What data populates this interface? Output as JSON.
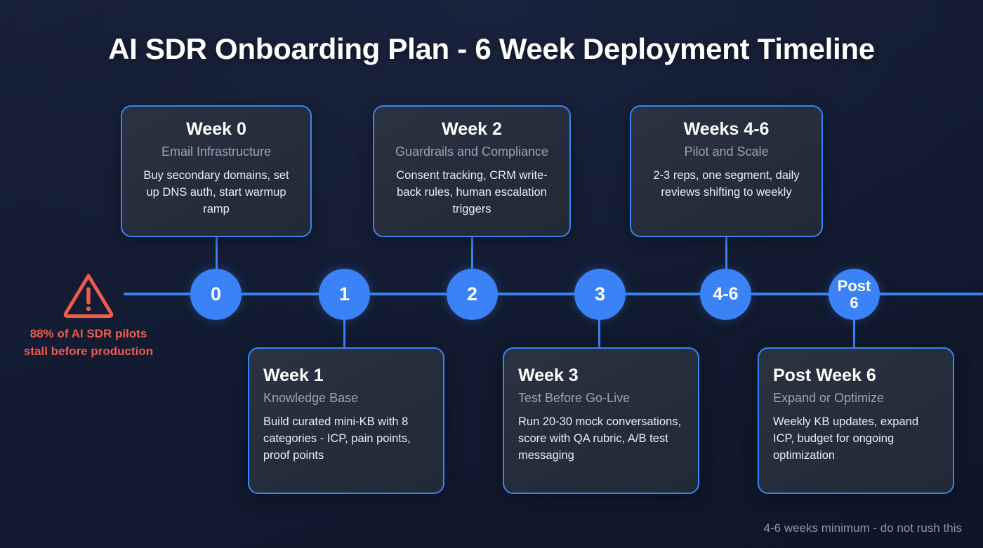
{
  "title": "AI SDR Onboarding Plan - 6 Week Deployment Timeline",
  "colors": {
    "accent": "#3b82f6",
    "background": "#101a30",
    "card_fill": "#28303f",
    "warning": "#ef5b4c",
    "subtitle": "#9aa4b5",
    "footer": "#8d97a8"
  },
  "warning": {
    "icon": "warning-triangle-icon",
    "text": "88% of AI SDR pilots stall before production"
  },
  "nodes": [
    {
      "id": "node-0",
      "label": "0",
      "label_secondary": ""
    },
    {
      "id": "node-1",
      "label": "1",
      "label_secondary": ""
    },
    {
      "id": "node-2",
      "label": "2",
      "label_secondary": ""
    },
    {
      "id": "node-3",
      "label": "3",
      "label_secondary": ""
    },
    {
      "id": "node-4-6",
      "label": "4-6",
      "label_secondary": ""
    },
    {
      "id": "node-post",
      "label": "Post",
      "label_secondary": "6"
    }
  ],
  "cards": [
    {
      "id": "card-week-0",
      "position": "top",
      "title": "Week 0",
      "subtitle": "Email Infrastructure",
      "description": "Buy secondary domains, set up DNS auth, start warmup ramp"
    },
    {
      "id": "card-week-1",
      "position": "bottom",
      "title": "Week 1",
      "subtitle": "Knowledge Base",
      "description": "Build curated mini-KB with 8 categories - ICP, pain points, proof points"
    },
    {
      "id": "card-week-2",
      "position": "top",
      "title": "Week 2",
      "subtitle": "Guardrails and Compliance",
      "description": "Consent tracking, CRM write-back rules, human escalation triggers"
    },
    {
      "id": "card-week-3",
      "position": "bottom",
      "title": "Week 3",
      "subtitle": "Test Before Go-Live",
      "description": "Run 20-30 mock conversations, score with QA rubric, A/B test messaging"
    },
    {
      "id": "card-weeks-4-6",
      "position": "top",
      "title": "Weeks 4-6",
      "subtitle": "Pilot and Scale",
      "description": "2-3 reps, one segment, daily reviews shifting to weekly"
    },
    {
      "id": "card-post-week-6",
      "position": "bottom",
      "title": "Post Week 6",
      "subtitle": "Expand or Optimize",
      "description": "Weekly KB updates, expand ICP, budget for ongoing optimization"
    }
  ],
  "footer_note": "4-6 weeks minimum - do not rush this"
}
